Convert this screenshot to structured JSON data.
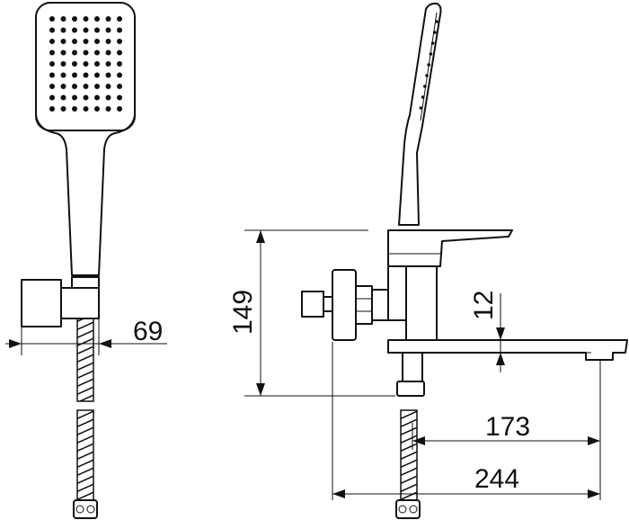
{
  "drawing": {
    "dimensions": {
      "holder_projection": "69",
      "height": "149",
      "gap": "12",
      "spout_reach": "173",
      "overall_reach": "244"
    }
  }
}
